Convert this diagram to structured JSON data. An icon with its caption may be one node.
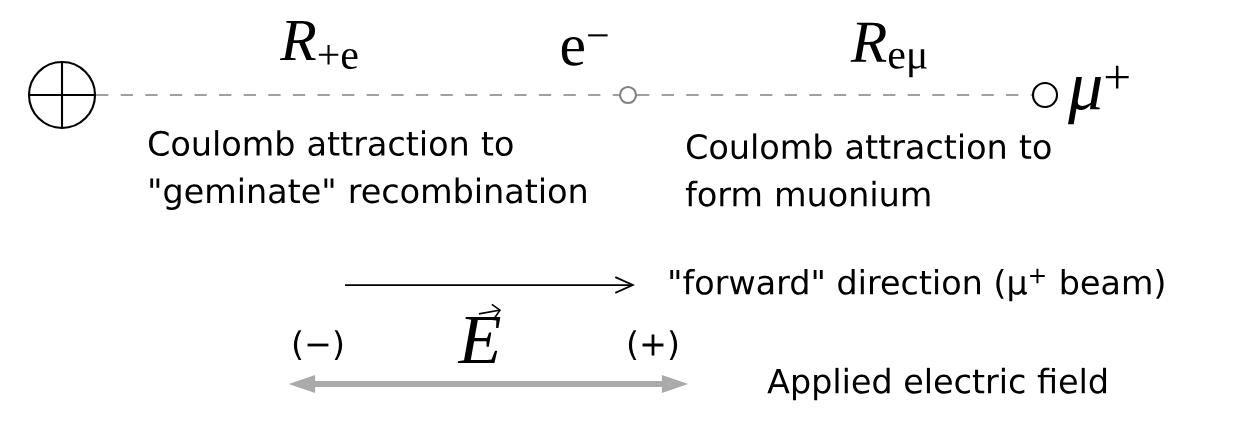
{
  "diagram": {
    "nodes": [
      {
        "text": [],
        "shape": "circle"
      },
      {
        "text": [],
        "shape": "circle",
        "beside": [
          "e$^{−}$"
        ]
      },
      {
        "text": [],
        "shape": "circle",
        "beside": [
          "*μ*$^{+}$"
        ]
      }
    ],
    "edges": [
      {
        "from": 0,
        "to": 1,
        "arrow": "none",
        "style": "dashed",
        "label": "*R*$_{+e}$"
      },
      {
        "from": 1,
        "to": 2,
        "arrow": "none",
        "style": "dashed",
        "label": "*R*$_{eμ}$"
      }
    ],
    "labels": [
      "Coulomb attraction to \"geminate\" recombination",
      "Coulomb attraction to form muonium",
      "\"forward\" direction (μ$^{+}$ beam)",
      "(−)",
      "*E*",
      "(+)",
      "Applied electric field"
    ]
  }
}
